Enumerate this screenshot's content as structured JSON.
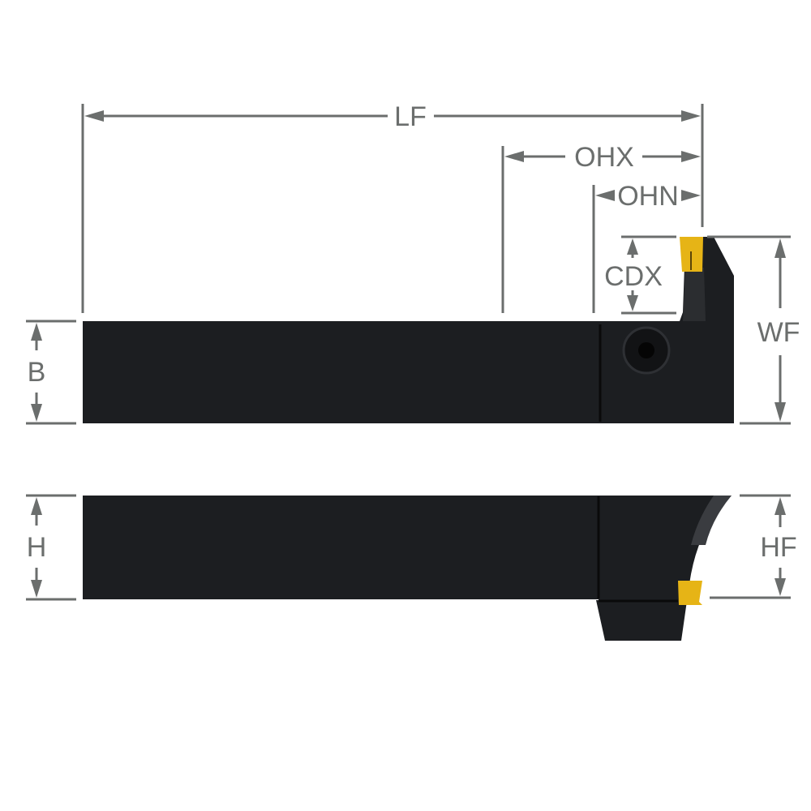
{
  "title": "Grooving tool holder dimension drawing",
  "colors": {
    "dimension_line": "#6b6e6d",
    "tool_body": "#1c1e21",
    "insert": "#e6b416"
  },
  "views": {
    "top_view": {
      "dimensions": {
        "lf": "LF",
        "ohx": "OHX",
        "ohn": "OHN",
        "cdx": "CDX",
        "wf": "WF",
        "b": "B"
      }
    },
    "side_view": {
      "dimensions": {
        "h": "H",
        "hf": "HF"
      }
    }
  }
}
